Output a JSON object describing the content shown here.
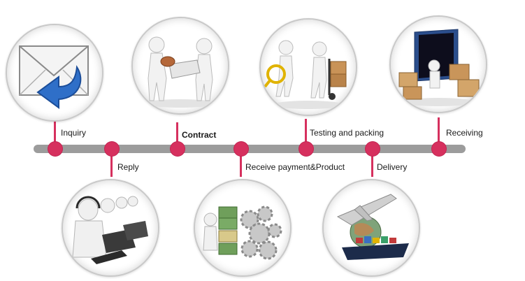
{
  "steps": [
    {
      "id": "inquiry",
      "label": "Inquiry"
    },
    {
      "id": "reply",
      "label": "Reply"
    },
    {
      "id": "contract",
      "label": "Contract"
    },
    {
      "id": "receive_payment",
      "label": "Receive payment&Product"
    },
    {
      "id": "testing_packing",
      "label": "Testing and packing"
    },
    {
      "id": "delivery",
      "label": "Delivery"
    },
    {
      "id": "receiving",
      "label": "Receiving"
    }
  ],
  "colors": {
    "accent": "#d6305e",
    "bar": "#9c9c9c",
    "ring": "#c9c9c9"
  },
  "icons": [
    "envelope-reply-icon",
    "call-center-icon",
    "handshake-contract-icon",
    "payment-gears-icon",
    "inspection-handtruck-icon",
    "airplane-ship-icon",
    "container-boxes-icon"
  ]
}
